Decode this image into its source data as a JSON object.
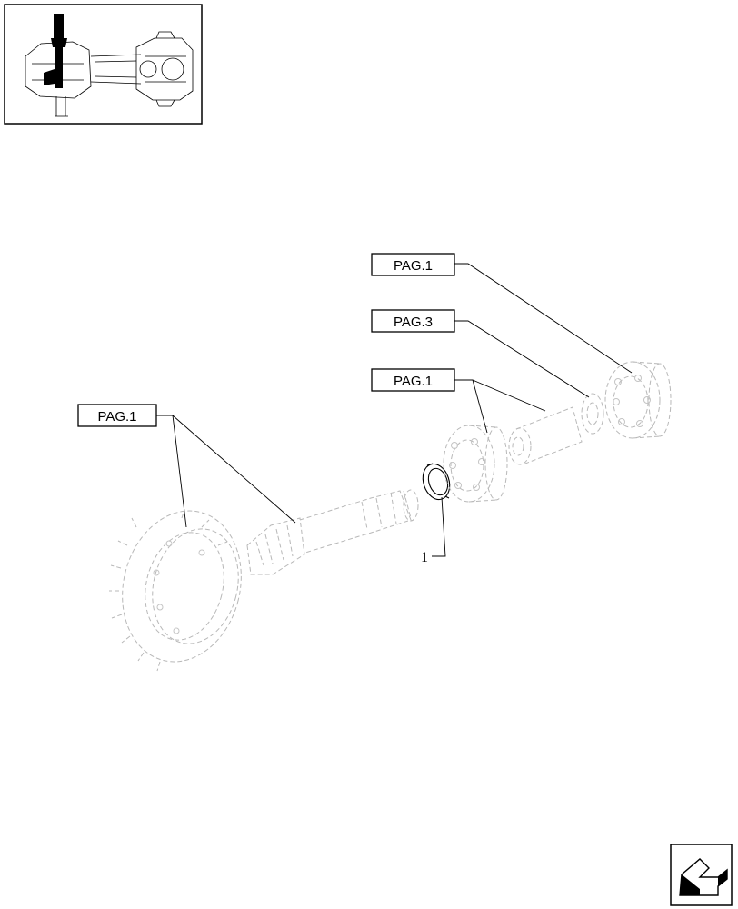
{
  "references": [
    {
      "id": "ref-top",
      "label": "PAG.1"
    },
    {
      "id": "ref-middle",
      "label": "PAG.3"
    },
    {
      "id": "ref-lower",
      "label": "PAG.1"
    },
    {
      "id": "ref-left",
      "label": "PAG.1"
    }
  ],
  "callouts": [
    {
      "id": "item-1",
      "label": "1"
    }
  ],
  "icons": {
    "thumbnail": "axle-assembly-thumbnail",
    "navigation": "previous-page-arrow-icon"
  }
}
